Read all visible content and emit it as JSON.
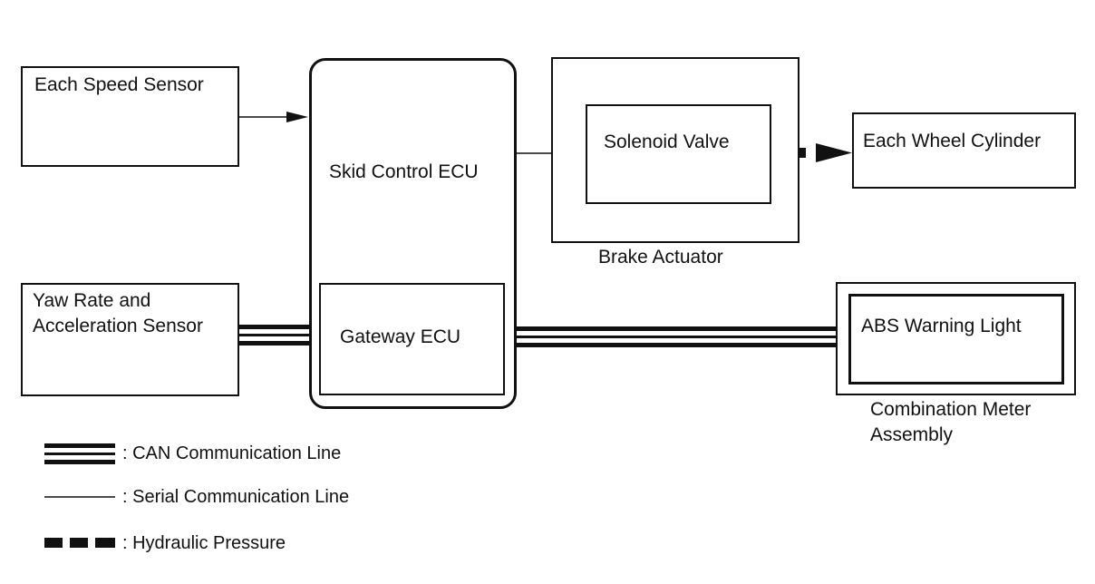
{
  "blocks": {
    "speed_sensor": "Each Speed Sensor",
    "skid_ecu": "Skid Control ECU",
    "gateway_ecu": "Gateway ECU",
    "yaw_sensor_line1": "Yaw Rate and",
    "yaw_sensor_line2": "Acceleration Sensor",
    "solenoid_valve": "Solenoid Valve",
    "brake_actuator": "Brake Actuator",
    "wheel_cylinder": "Each Wheel Cylinder",
    "abs_light": "ABS Warning Light",
    "combo_meter_line1": "Combination Meter",
    "combo_meter_line2": "Assembly"
  },
  "legend": {
    "can": ": CAN Communication Line",
    "serial": ": Serial Communication Line",
    "hydraulic": ": Hydraulic Pressure"
  }
}
